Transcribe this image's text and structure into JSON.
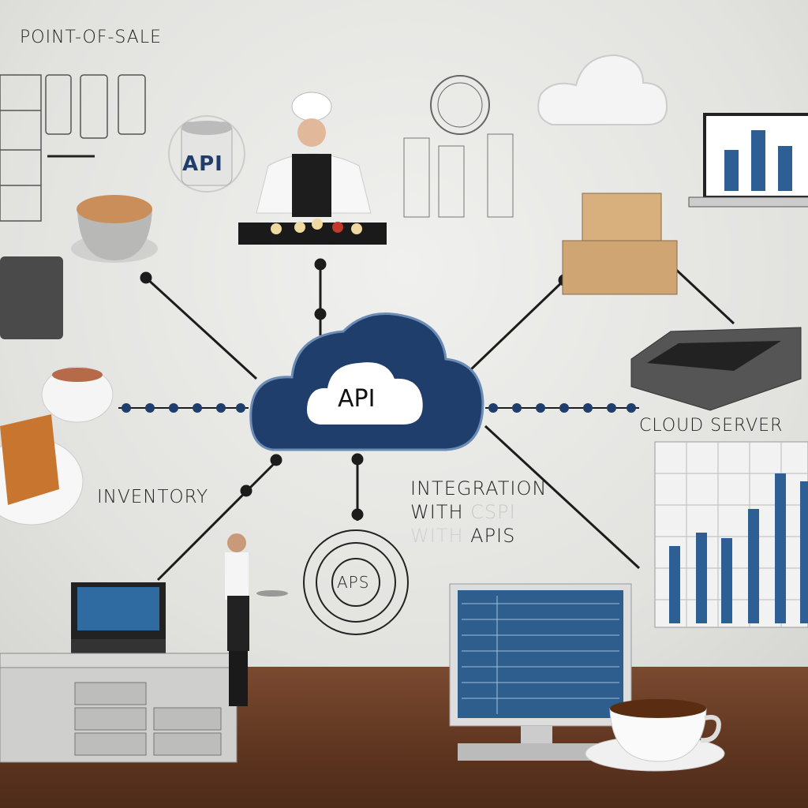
{
  "labels": {
    "pos": "POINT-OF-SALE",
    "api_cup": "API",
    "api_cloud": "API",
    "inventory": "INVENTORY",
    "integration_line1": "INTEGRATION",
    "integration_line2a": "WITH",
    "integration_line2b": "CSPI",
    "integration_line3a": "WITH",
    "integration_line3b": "APIS",
    "aps": "APS",
    "cloud_server": "CLOUD SERVER"
  },
  "colors": {
    "cloud": "#1f3e6b",
    "bars": "#2e5f94",
    "desk": "#6b3f27"
  }
}
